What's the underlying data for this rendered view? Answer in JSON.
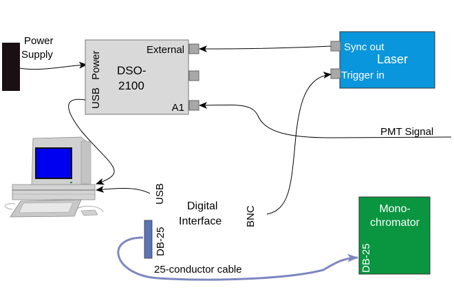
{
  "power_supply": {
    "label_line1": "Power",
    "label_line2": "Supply",
    "color": "#1a1014"
  },
  "dso": {
    "name_line1": "DSO-",
    "name_line2": "2100",
    "port_power": "Power",
    "port_usb": "USB",
    "port_external": "External",
    "port_a1": "A1",
    "color": "#d9d9d9"
  },
  "laser": {
    "name": "Laser",
    "port_sync_out": "Sync out",
    "port_trigger_in": "Trigger in",
    "color": "#0a96dc"
  },
  "pmt": {
    "label": "PMT Signal"
  },
  "computer": {
    "screen_color": "#0000f0",
    "body_color": "#d4d4d4"
  },
  "digital_interface": {
    "label_line1": "Digital",
    "label_line2": "Interface",
    "port_usb": "USB",
    "port_bnc": "BNC",
    "port_db25": "DB-25",
    "connector_color": "#5b74b4"
  },
  "monochromator": {
    "name_line1": "Mono-",
    "name_line2": "chromator",
    "port_db25": "DB-25",
    "color": "#0a9640"
  },
  "cable": {
    "label": "25-conductor cable",
    "color": "#7e86c0"
  }
}
